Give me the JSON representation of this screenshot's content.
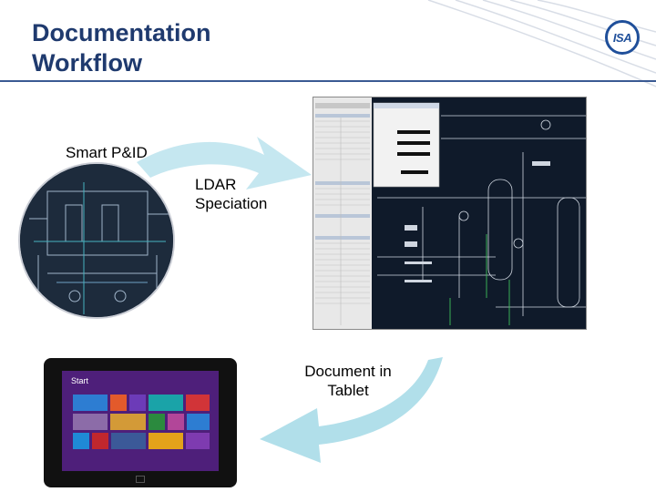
{
  "slide": {
    "title_line1": "Documentation",
    "title_line2": "Workflow",
    "logo_text": "ISA"
  },
  "labels": {
    "smart_pid": "Smart P&ID",
    "ldar_line1": "LDAR",
    "ldar_line2": "Speciation",
    "doc_line1": "Document in",
    "doc_line2": "Tablet"
  },
  "tablet": {
    "start_label": "Start"
  },
  "colors": {
    "title": "#1f3a6e",
    "accent": "#1f4f9a",
    "arrow": "#a9dce8",
    "cad_bg": "#0f1a2a",
    "tablet_bg": "#4e1f7a"
  }
}
